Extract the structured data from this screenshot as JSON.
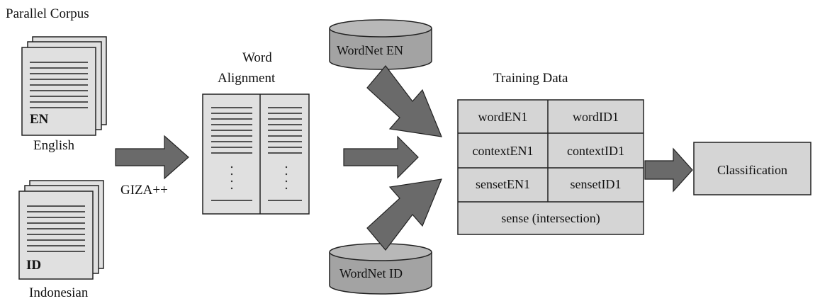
{
  "diagram": {
    "corpus": {
      "title": "Parallel Corpus",
      "english": {
        "tag": "EN",
        "caption": "English"
      },
      "indonesian": {
        "tag": "ID",
        "caption": "Indonesian"
      }
    },
    "aligner_label": "GIZA++",
    "alignment": {
      "title_line1": "Word",
      "title_line2": "Alignment"
    },
    "wordnet_en": "WordNet EN",
    "wordnet_id": "WordNet ID",
    "training_data": {
      "title": "Training Data",
      "rows": [
        {
          "left": "wordEN1",
          "right": "wordID1"
        },
        {
          "left": "contextEN1",
          "right": "contextID1"
        },
        {
          "left": "sensetEN1",
          "right": "sensetID1"
        }
      ],
      "footer": "sense (intersection)"
    },
    "classification": "Classification"
  },
  "colors": {
    "document_fill": "#e0e0e0",
    "cylinder_fill": "#a3a3a3",
    "arrow_fill": "#6a6a6a",
    "table_fill": "#d5d5d5",
    "stroke": "#222222"
  }
}
